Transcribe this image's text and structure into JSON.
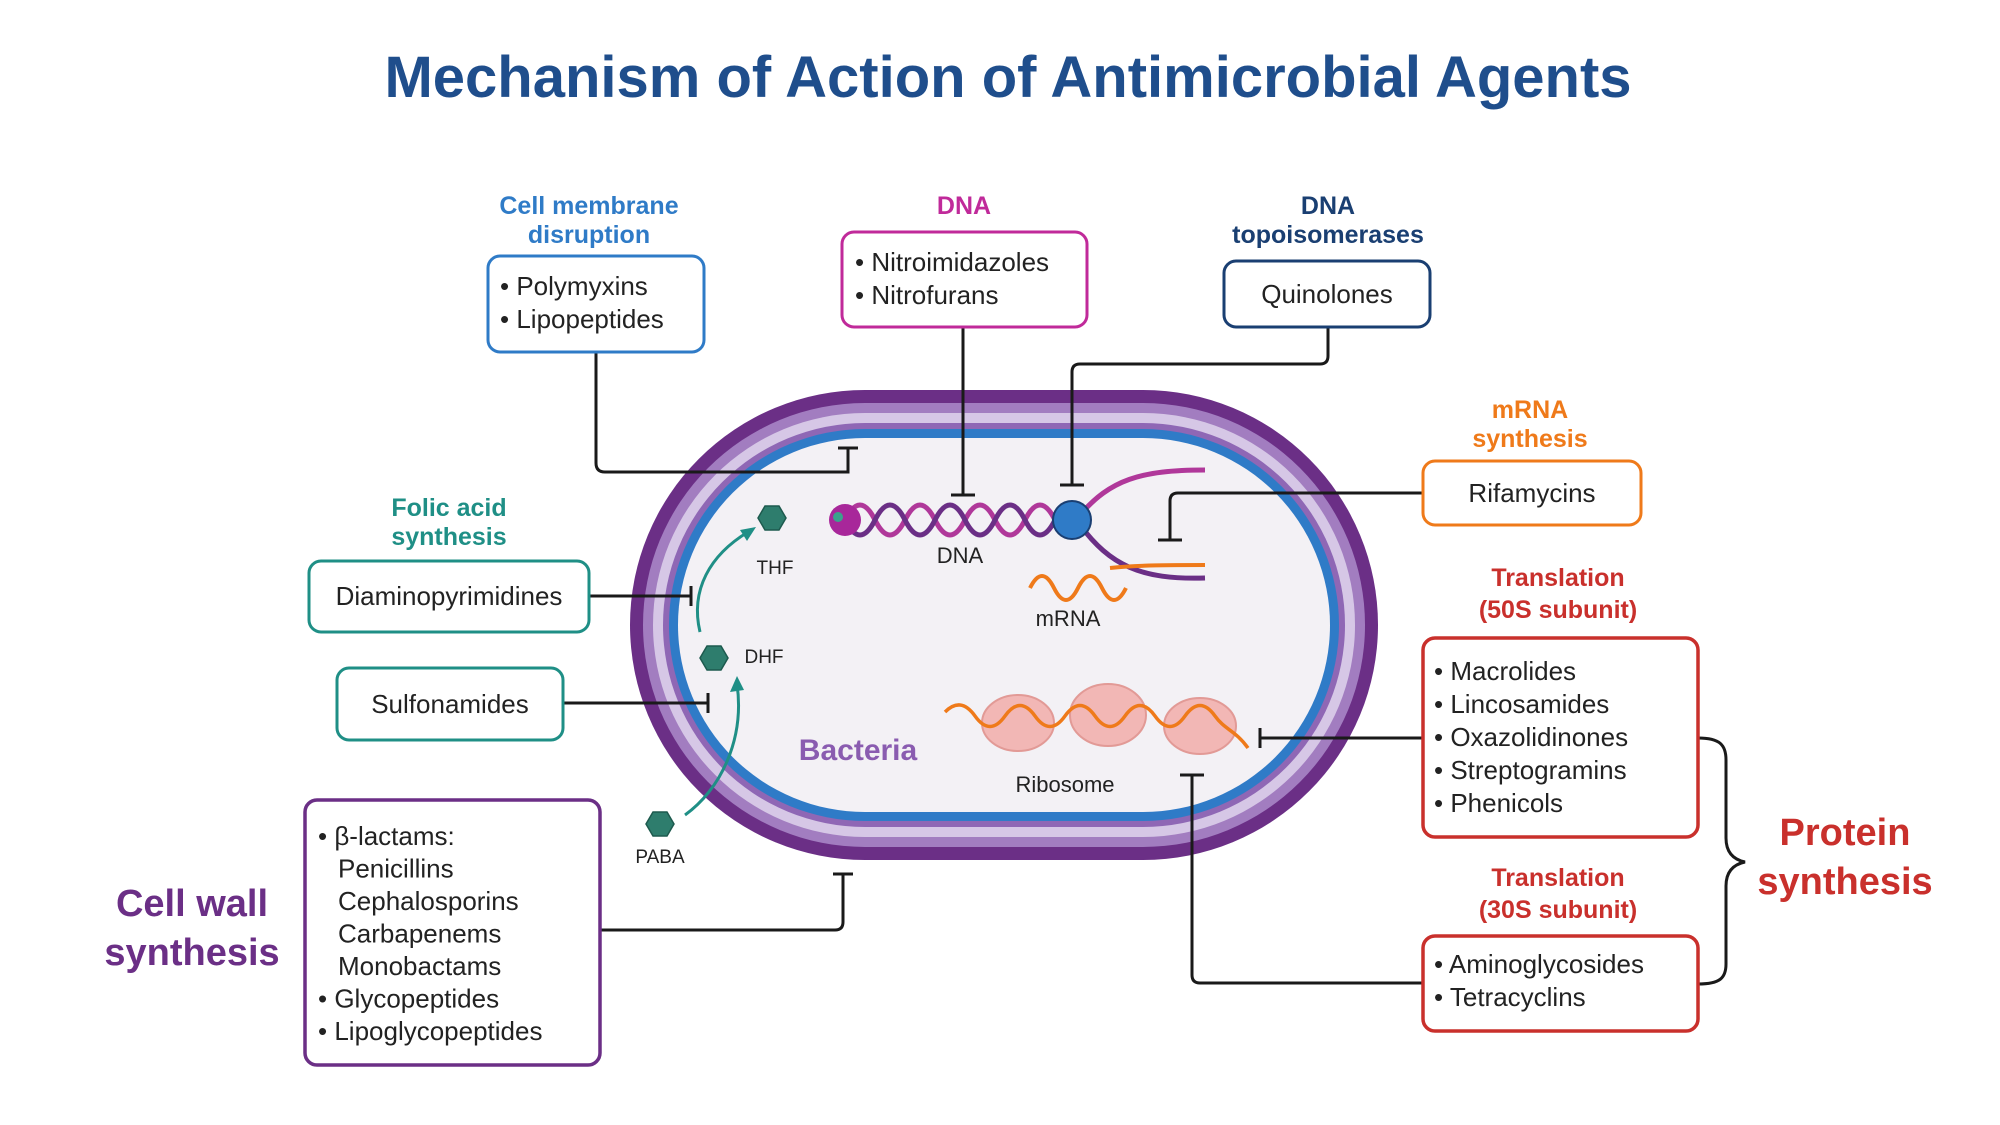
{
  "title": "Mechanism of Action of Antimicrobial Agents",
  "colors": {
    "title": "#1f4e8c",
    "membrane_blue": "#2f7bc7",
    "dna_magenta": "#c02a9a",
    "topo_navy": "#1a3f72",
    "mrna_orange": "#ef7a1a",
    "folic_teal": "#1f8f86",
    "cellwall_purple": "#6b2f86",
    "protein_red": "#c9302c",
    "bacteria_label": "#8a5cb0"
  },
  "categories": {
    "cell_membrane": "Cell membrane\ndisruption",
    "dna": "DNA",
    "topoisomerases": "DNA\ntopoisomerases",
    "mrna_synthesis": "mRNA\nsynthesis",
    "folic_acid": "Folic acid\nsynthesis",
    "translation_50s": "Translation\n(50S subunit)",
    "translation_30s": "Translation\n(30S subunit)",
    "cell_wall": "Cell wall\nsynthesis",
    "protein_synthesis": "Protein\nsynthesis"
  },
  "boxes": {
    "cell_membrane": [
      "• Polymyxins",
      "• Lipopeptides"
    ],
    "dna": [
      "• Nitroimidazoles",
      "• Nitrofurans"
    ],
    "topoisomerases": [
      "Quinolones"
    ],
    "mrna_synthesis": [
      "Rifamycins"
    ],
    "diaminopyrimidines": [
      "Diaminopyrimidines"
    ],
    "sulfonamides": [
      "Sulfonamides"
    ],
    "cell_wall": [
      "• β-lactams:",
      "Penicillins",
      "Cephalosporins",
      "Carbapenems",
      "Monobactams",
      "• Glycopeptides",
      "• Lipoglycopeptides"
    ],
    "translation_50s": [
      "• Macrolides",
      "• Lincosamides",
      "• Oxazolidinones",
      "• Streptogramins",
      "• Phenicols"
    ],
    "translation_30s": [
      "• Aminoglycosides",
      "• Tetracyclins"
    ]
  },
  "cell_labels": {
    "thf": "THF",
    "dhf": "DHF",
    "paba": "PABA",
    "dna": "DNA",
    "mrna": "mRNA",
    "bacteria": "Bacteria",
    "ribosome": "Ribosome"
  }
}
